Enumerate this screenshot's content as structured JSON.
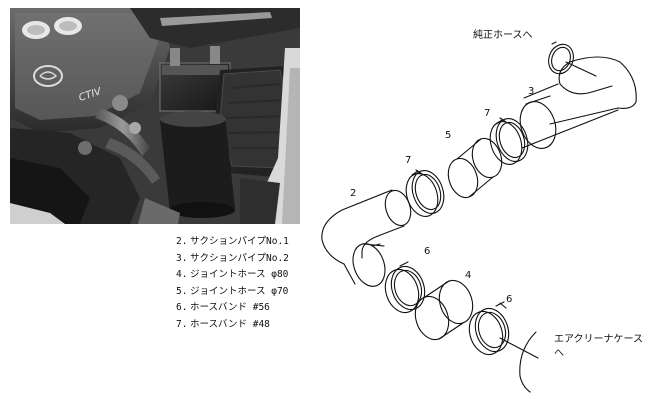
{
  "legend": [
    {
      "num": "2.",
      "text": "サクションパイプNo.1"
    },
    {
      "num": "3.",
      "text": "サクションパイプNo.2"
    },
    {
      "num": "4.",
      "text": "ジョイントホース φ80"
    },
    {
      "num": "5.",
      "text": "ジョイントホース φ70"
    },
    {
      "num": "6.",
      "text": "ホースバンド #56"
    },
    {
      "num": "7.",
      "text": "ホースバンド #48"
    }
  ],
  "diagram": {
    "label_top": "純正ホースへ",
    "label_bottom": "エアクリーナケース",
    "label_bottom2": "へ",
    "part_2": "2",
    "part_3": "3",
    "part_4": "4",
    "part_5": "5",
    "part_6a": "6",
    "part_6b": "6",
    "part_7a": "7",
    "part_7b": "7"
  },
  "photo": {
    "emblem_text": "CTIV"
  }
}
